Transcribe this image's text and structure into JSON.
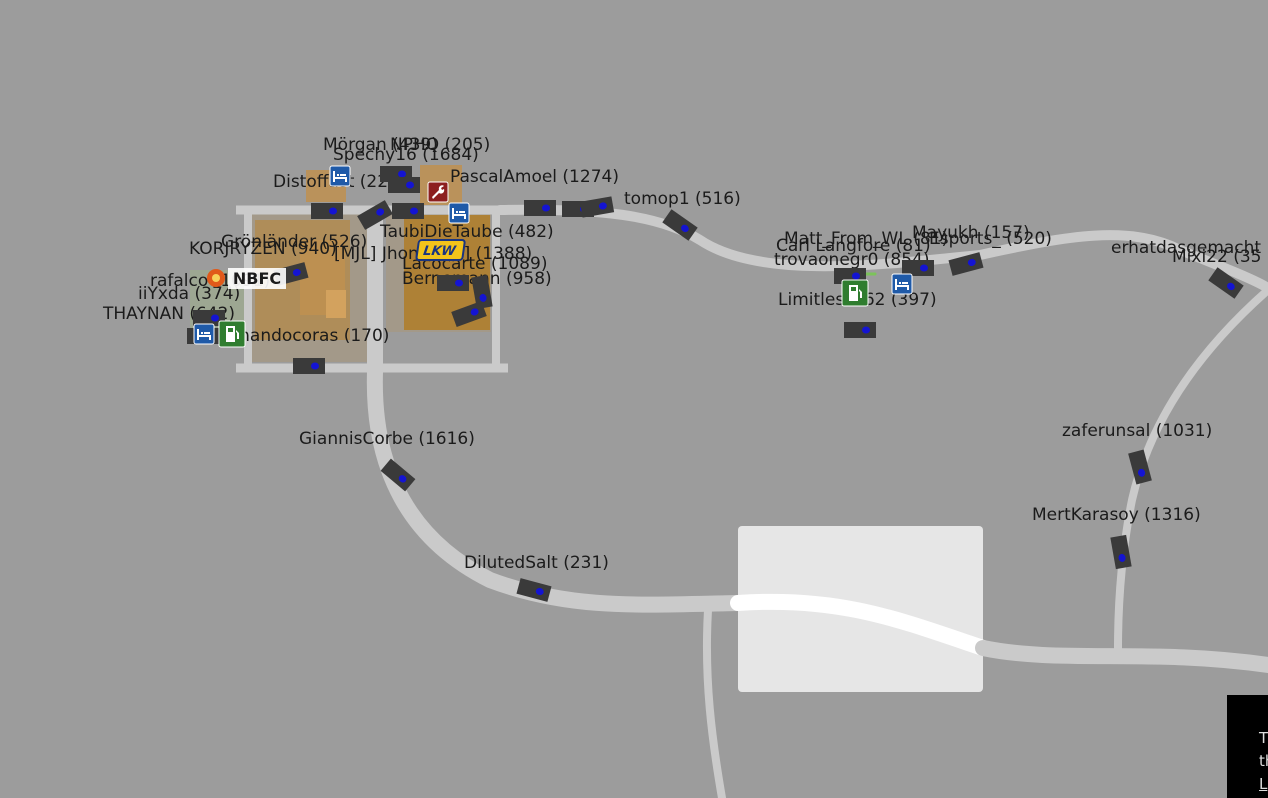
{
  "map": {
    "background": "#9c9c9c",
    "road_color": "#cacaca",
    "highlight_color": "#e6e6e6"
  },
  "players": [
    {
      "id": "p1",
      "label": "Mörgan (439)"
    },
    {
      "id": "p2",
      "label": "NPHQ (205)"
    },
    {
      "id": "p3",
      "label": "Spechy16 (1684)"
    },
    {
      "id": "p4",
      "label": "Distoffast (227)"
    },
    {
      "id": "p5",
      "label": "PascalAmoel (1274)"
    },
    {
      "id": "p6",
      "label": "tomop1 (516)"
    },
    {
      "id": "p7",
      "label": "TaubiDieTaube (482)"
    },
    {
      "id": "p8",
      "label": "Grönländer (526)"
    },
    {
      "id": "p9",
      "label": "KORJRYZEN (940)"
    },
    {
      "id": "p10",
      "label": "[MJL] Jhon [PER] (1388)"
    },
    {
      "id": "p11",
      "label": "Lacocarte (1089)"
    },
    {
      "id": "p12",
      "label": "Bernemann (958)"
    },
    {
      "id": "p13",
      "label": "rafalco (1091)"
    },
    {
      "id": "p14",
      "label": "iiYxda (374)"
    },
    {
      "id": "p15",
      "label": "THAYNAN (642)"
    },
    {
      "id": "p16",
      "label": "fernandocoras (170)"
    },
    {
      "id": "p17",
      "label": "GiannisCorbe (1616)"
    },
    {
      "id": "p18",
      "label": "DilutedSalt (231)"
    },
    {
      "id": "p19",
      "label": "Matt_From_WL (81)"
    },
    {
      "id": "p20",
      "label": "Carl Langfore (81)"
    },
    {
      "id": "p21",
      "label": "Mayukh (157)"
    },
    {
      "id": "p22",
      "label": "Esports_ (520)"
    },
    {
      "id": "p23",
      "label": "trovaonegr0 (854)"
    },
    {
      "id": "p24",
      "label": "Limitless462 (397)"
    },
    {
      "id": "p25",
      "label": "erhatdasgemacht"
    },
    {
      "id": "p26",
      "label": "Mixi22 (35"
    },
    {
      "id": "p27",
      "label": "zaferunsal (1031)"
    },
    {
      "id": "p28",
      "label": "MertKarasoy (1316)"
    }
  ],
  "pois": [
    {
      "id": "hotel-1",
      "icon": "bed-icon",
      "color": "#1f5aa8"
    },
    {
      "id": "hotel-2",
      "icon": "bed-icon",
      "color": "#1f5aa8"
    },
    {
      "id": "hotel-3",
      "icon": "bed-icon",
      "color": "#1f5aa8"
    },
    {
      "id": "hotel-4",
      "icon": "bed-icon",
      "color": "#1f5aa8"
    },
    {
      "id": "garage-1",
      "icon": "wrench-icon",
      "color": "#8c1f1f"
    },
    {
      "id": "fuel-1",
      "icon": "fuel-pump-icon",
      "color": "#2f7d2f"
    },
    {
      "id": "fuel-2",
      "icon": "fuel-pump-icon",
      "color": "#2f7d2f"
    }
  ],
  "brands": {
    "lkw": "LKW",
    "nbfc": "NBFC"
  },
  "info_panel": {
    "line1": "T",
    "line2": "th",
    "link": "L"
  }
}
